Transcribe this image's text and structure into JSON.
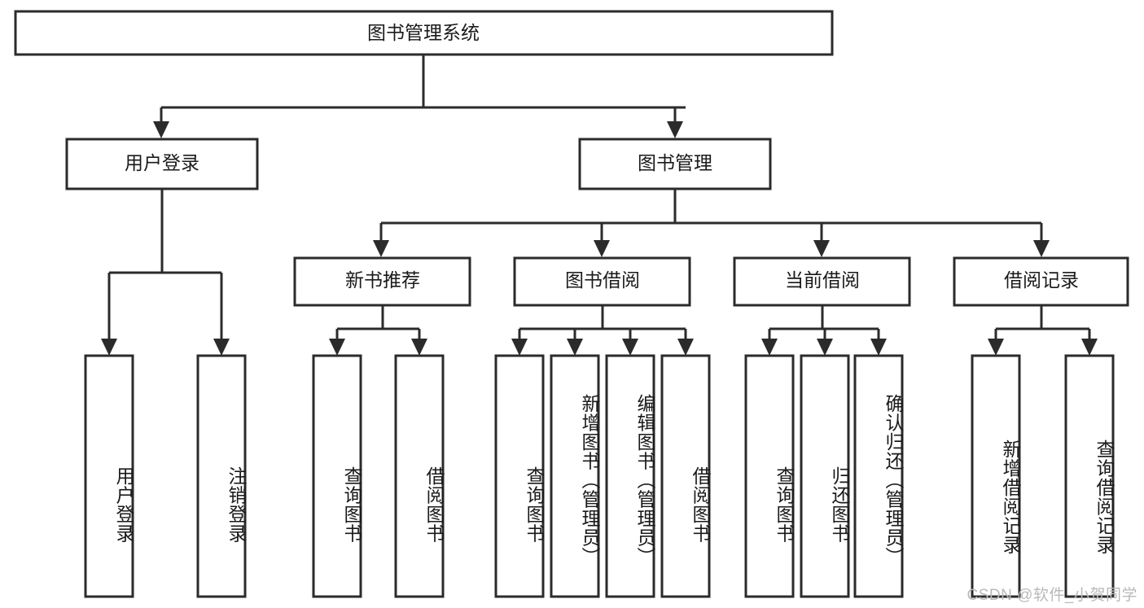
{
  "diagram": {
    "type": "tree-hierarchy",
    "title": "图书管理系统",
    "watermark": "CSDN @软件_小贺同学",
    "colors": {
      "box_stroke": "#2b2b2b",
      "box_fill": "#ffffff",
      "text": "#1a1a1a",
      "background": "#ffffff",
      "watermark": "#b9b9b9"
    },
    "levels": {
      "root": {
        "label": "图书管理系统"
      },
      "level2": [
        {
          "label": "用户登录"
        },
        {
          "label": "图书管理"
        }
      ],
      "level3": [
        {
          "label": "新书推荐"
        },
        {
          "label": "图书借阅"
        },
        {
          "label": "当前借阅"
        },
        {
          "label": "借阅记录"
        }
      ],
      "leaves": {
        "user_login": [
          {
            "label": "用户登录"
          },
          {
            "label": "注销登录"
          }
        ],
        "new_book_recommend": [
          {
            "label": "查询图书"
          },
          {
            "label": "借阅图书"
          }
        ],
        "book_borrow": [
          {
            "label": "查询图书"
          },
          {
            "label": "新增图书（管理员）"
          },
          {
            "label": "编辑图书（管理员）"
          },
          {
            "label": "借阅图书"
          }
        ],
        "current_borrow": [
          {
            "label": "查询图书"
          },
          {
            "label": "归还图书"
          },
          {
            "label": "确认归还（管理员）"
          }
        ],
        "borrow_record": [
          {
            "label": "新增借阅记录"
          },
          {
            "label": "查询借阅记录"
          }
        ]
      }
    }
  }
}
